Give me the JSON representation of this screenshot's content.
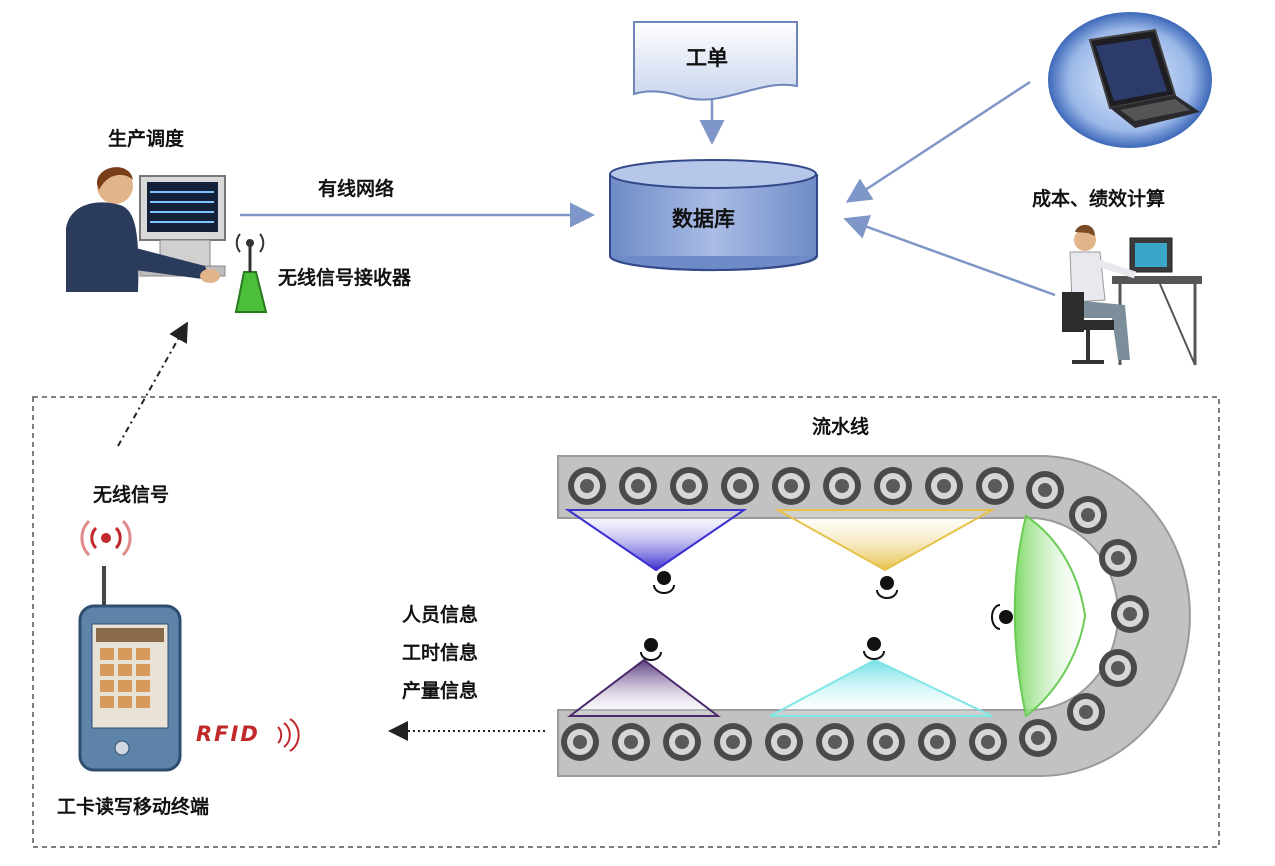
{
  "labels": {
    "work_order": "工单",
    "database": "数据库",
    "production_dispatch": "生产调度",
    "wired_network": "有线网络",
    "wireless_receiver": "无线信号接收器",
    "cost_performance": "成本、绩效计算",
    "assembly_line": "流水线",
    "wireless_signal": "无线信号",
    "info_lines": [
      "人员信息",
      "工时信息",
      "产量信息"
    ],
    "rfid": "RFID",
    "terminal": "工卡读写移动终端"
  },
  "colors": {
    "db_fill": "#8aa3d6",
    "arrow": "#7f96c8",
    "track": "#c2c2c2",
    "zone_blue": "#3b2fd0",
    "zone_yellow": "#e6c24a",
    "zone_purple": "#6a4a8f",
    "zone_cyan": "#7fe6e6",
    "zone_green": "#8ee07a",
    "rfid_red": "#c0282a"
  }
}
